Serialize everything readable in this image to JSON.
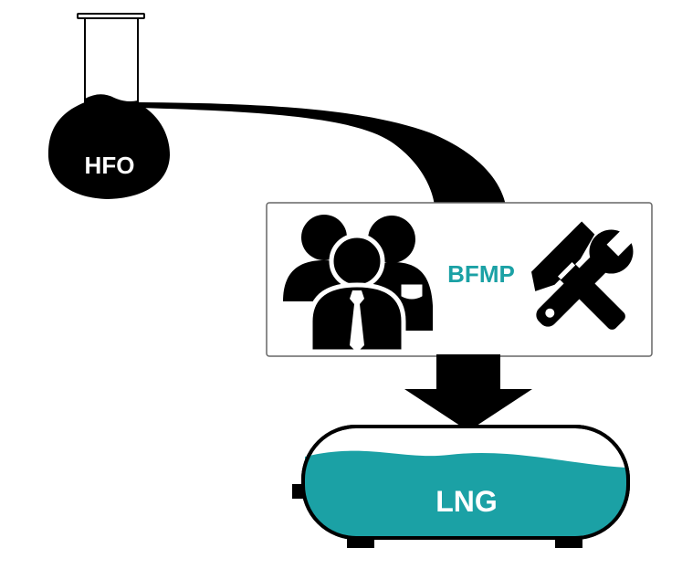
{
  "labels": {
    "source": "HFO",
    "process": "BFMP",
    "target": "LNG"
  },
  "colors": {
    "ink": "#000000",
    "accent": "#1ba1a5",
    "box_border": "#666666",
    "label_on_dark": "#ffffff"
  },
  "icons": {
    "source": "flask-icon",
    "people": "people-group-icon",
    "tools": "wrench-hammer-icon",
    "target": "lng-tank-icon"
  }
}
